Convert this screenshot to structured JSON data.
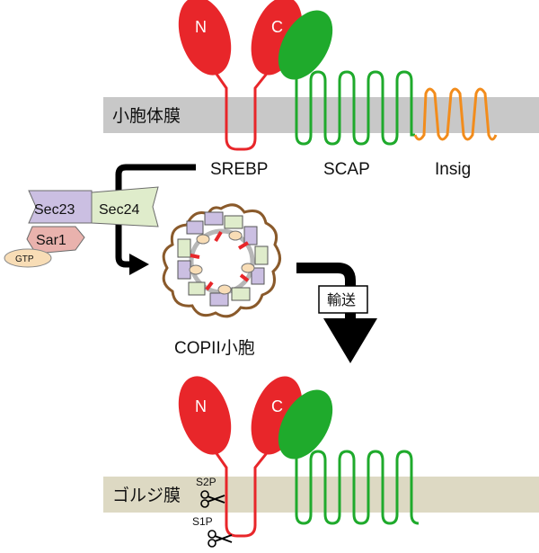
{
  "labels": {
    "er_membrane": "小胞体膜",
    "golgi_membrane": "ゴルジ膜",
    "srebp": "SREBP",
    "scap": "SCAP",
    "insig": "Insig",
    "sec23": "Sec23",
    "sec24": "Sec24",
    "sar1": "Sar1",
    "gtp": "GTP",
    "copii": "COPII小胞",
    "transport": "輸送",
    "s2p": "S2P",
    "s1p": "S1P",
    "n_top": "N",
    "c_top": "C",
    "n_bottom": "N",
    "c_bottom": "C"
  },
  "colors": {
    "membrane_er": "#c8c8c8",
    "membrane_golgi": "#ddd9c3",
    "srebp_red": "#e8262a",
    "scap_green": "#1faa2c",
    "insig_orange": "#f28c1c",
    "sec23_purple": "#cbbfe2",
    "sec24_green": "#dfeccb",
    "sar1_pink": "#e9b2ad",
    "gtp_tan": "#f8ddb6",
    "vesicle_brown": "#8a5a2b",
    "arrow_black": "#000000"
  },
  "icons": {
    "scissors_top": "scissors-icon",
    "scissors_bottom": "scissors-icon"
  }
}
